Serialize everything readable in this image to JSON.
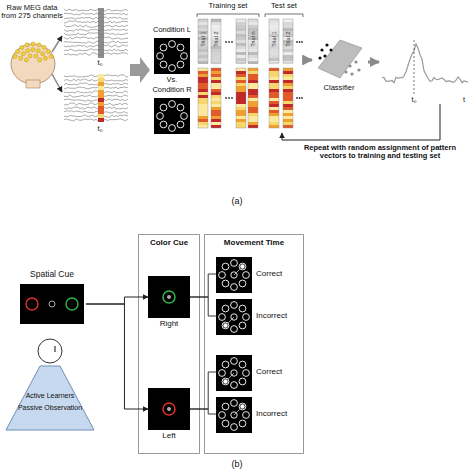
{
  "diagram": {
    "nodes": [
      {
        "text": [
          "Condition L"
        ]
      },
      {
        "text": [
          "Condition R"
        ]
      },
      {
        "text": [
          "Training set"
        ]
      },
      {
        "text": [
          "Test set"
        ]
      },
      {
        "text": [
          "Classifier"
        ]
      },
      {
        "text": [
          "Spatial Cue"
        ]
      },
      {
        "text": [
          "Color Cue"
        ]
      },
      {
        "text": [
          "Right"
        ],
        "in": 6
      },
      {
        "text": [
          "Left"
        ],
        "in": 6
      },
      {
        "text": [
          "Movement Time"
        ]
      },
      {
        "text": [
          "Correct"
        ],
        "in": 9
      },
      {
        "text": [
          "Incorrect"
        ],
        "in": 9
      },
      {
        "text": [
          "Correct"
        ],
        "in": 9
      },
      {
        "text": [
          "Incorrect"
        ],
        "in": 9
      }
    ],
    "edges": [
      {
        "from": 3,
        "to": 4,
        "arrow": "to"
      },
      {
        "from": 5,
        "to": 7,
        "arrow": "to"
      },
      {
        "from": 5,
        "to": 8,
        "arrow": "to"
      },
      {
        "from": 7,
        "to": 10,
        "arrow": "none"
      },
      {
        "from": 7,
        "to": 11,
        "arrow": "none"
      },
      {
        "from": 8,
        "to": 12,
        "arrow": "none"
      },
      {
        "from": 8,
        "to": 13,
        "arrow": "none"
      }
    ],
    "labels": [
      "Raw MEG data from 275 channels",
      "t₀",
      "t₀",
      "Vs.",
      "Trial 1",
      "Trial 2",
      "Trial n",
      "Trial 1",
      "Trial 2",
      "t₀",
      "t",
      "Repeat with random assignment of pattern vectors to training and testing set",
      "(a)",
      "Active Learners",
      "Passive Observation",
      "(b)"
    ]
  }
}
